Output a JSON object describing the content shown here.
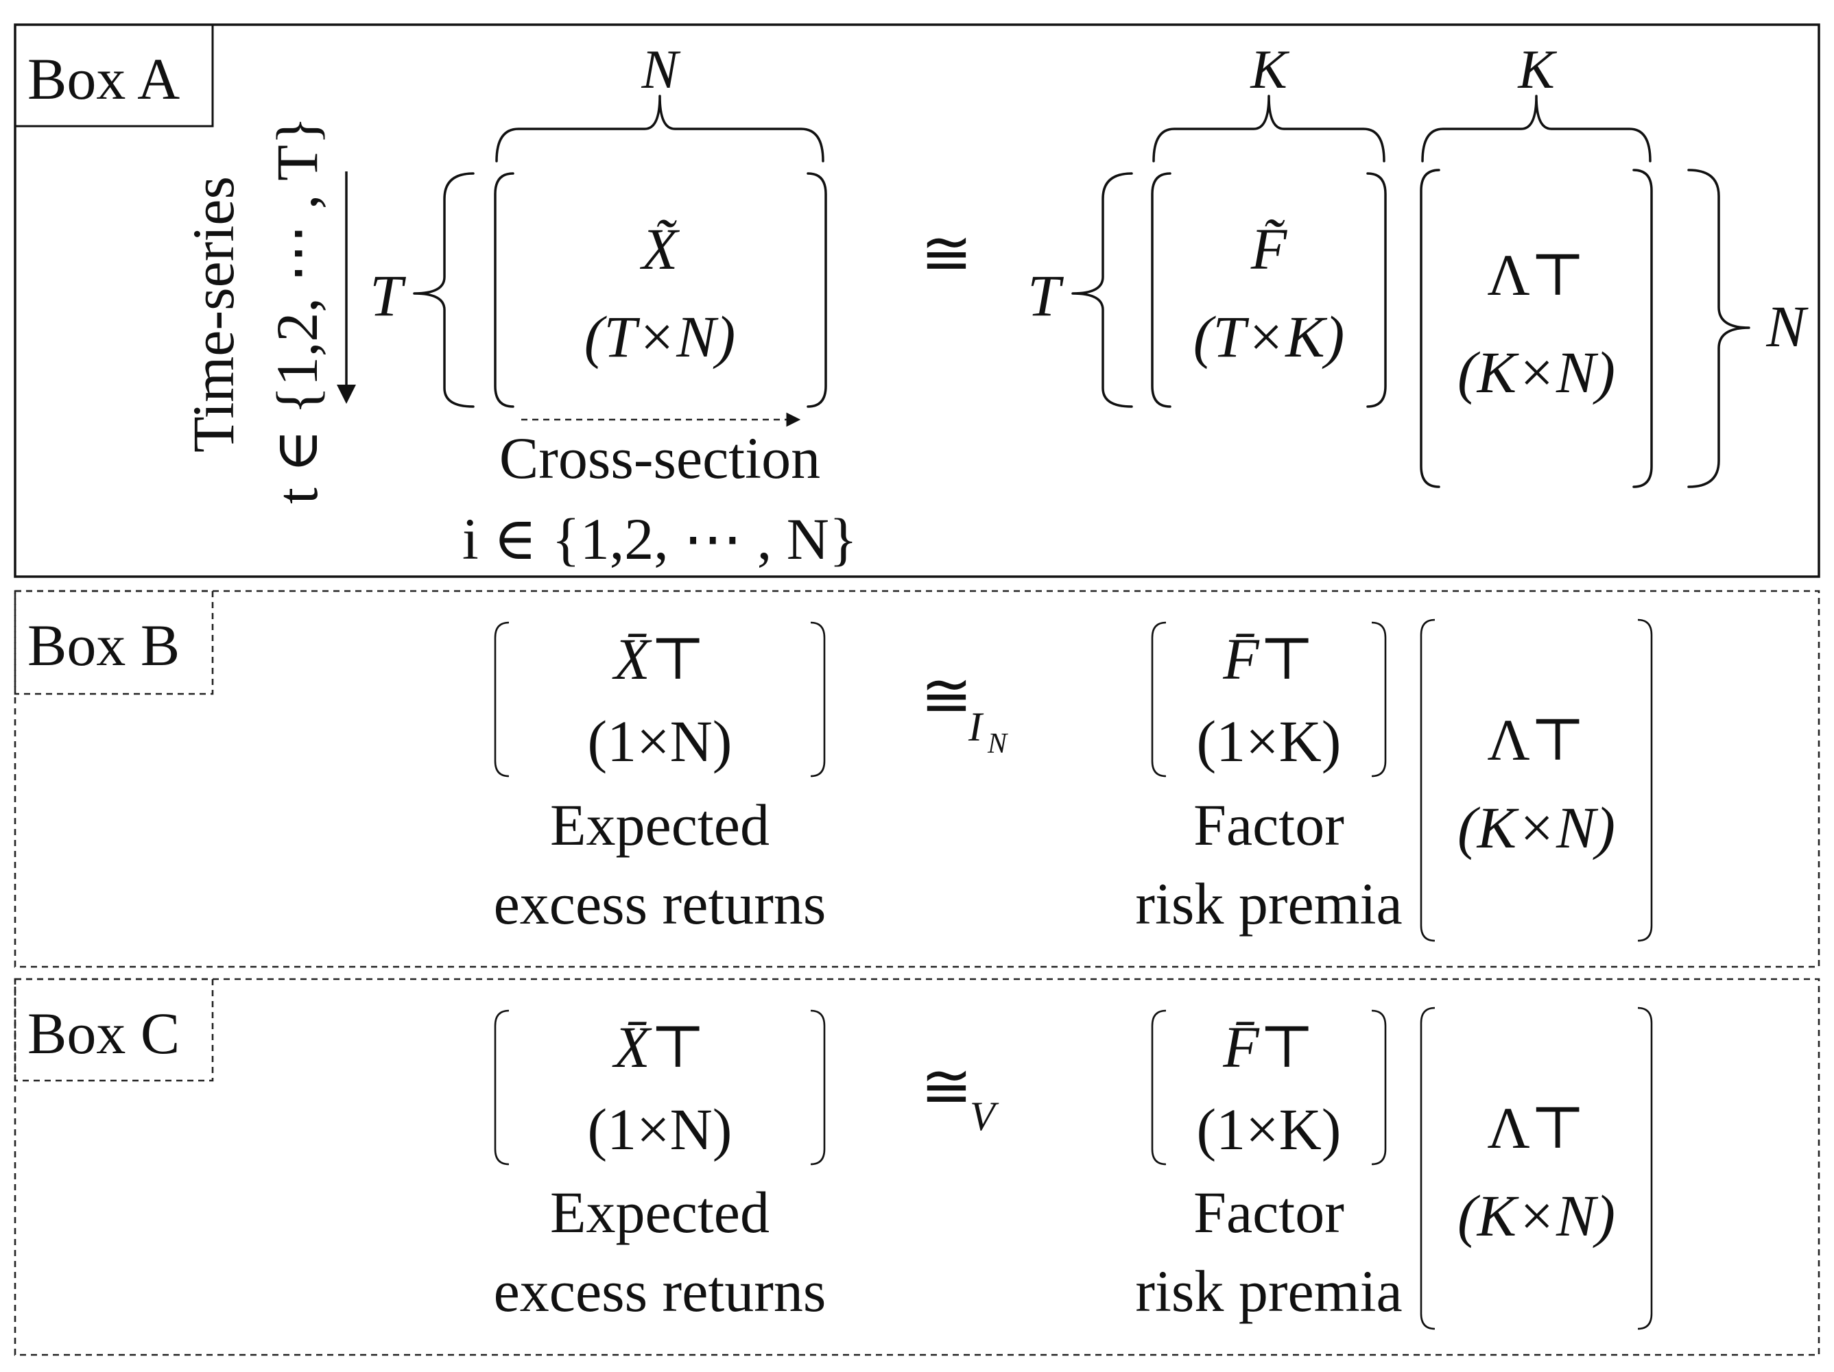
{
  "box_a": {
    "label": "Box A",
    "time_axis": {
      "title": "Time-series",
      "range": "t ∈ {1,2, ⋯ , T}"
    },
    "cross_axis": {
      "title": "Cross-section",
      "range": "i ∈ {1,2, ⋯ , N}"
    },
    "lhs": {
      "symbol": "X̃",
      "dims": "(T×N)",
      "row_label": "T",
      "col_label": "N"
    },
    "relation": "≅",
    "factors": {
      "symbol": "F̃",
      "dims": "(T×K)",
      "row_label": "T",
      "col_label": "K"
    },
    "loadings": {
      "symbol": "Λ⊤",
      "dims": "(K×N)",
      "col_label": "K",
      "row_label": "N"
    }
  },
  "box_b": {
    "label": "Box B",
    "lhs": {
      "symbol": "X̄⊤",
      "dims": "(1×N)",
      "caption_1": "Expected",
      "caption_2": "excess returns"
    },
    "relation": "≅",
    "relation_sub": "I",
    "relation_sub_sub": "N",
    "factors": {
      "symbol": "F̄⊤",
      "dims": "(1×K)",
      "caption_1": "Factor",
      "caption_2": "risk premia"
    },
    "loadings": {
      "symbol": "Λ⊤",
      "dims": "(K×N)"
    }
  },
  "box_c": {
    "label": "Box C",
    "lhs": {
      "symbol": "X̄⊤",
      "dims": "(1×N)",
      "caption_1": "Expected",
      "caption_2": "excess returns"
    },
    "relation": "≅",
    "relation_sub": "V",
    "factors": {
      "symbol": "F̄⊤",
      "dims": "(1×K)",
      "caption_1": "Factor",
      "caption_2": "risk premia"
    },
    "loadings": {
      "symbol": "Λ⊤",
      "dims": "(K×N)"
    }
  }
}
